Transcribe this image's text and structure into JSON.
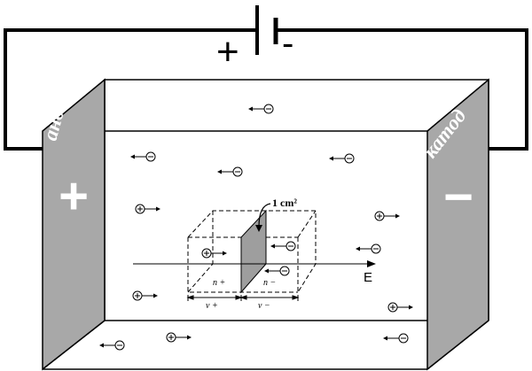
{
  "battery": {
    "plus_label": "+",
    "minus_label": "-"
  },
  "electrodes": {
    "anode_label": "анод",
    "anode_sign": "+",
    "cathode_label": "катод",
    "cathode_sign": "−"
  },
  "field": {
    "label": "E"
  },
  "element": {
    "area_label": "1 cm²",
    "n_plus_label": "n +",
    "n_minus_label": "n −",
    "v_plus_label": "v +",
    "v_minus_label": "v −"
  },
  "particles": {
    "negative_symbol": "⊖",
    "positive_symbol": "⊕"
  },
  "colors": {
    "wire": "#000000",
    "electrode_fill": "#a8a8a8",
    "electrode_text": "#ffffff",
    "cross_section": "#9e9e9e"
  }
}
